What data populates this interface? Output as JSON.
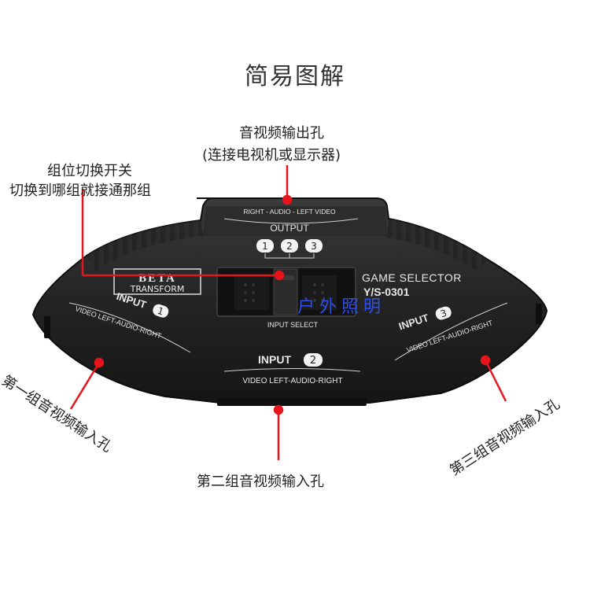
{
  "title": "简易图解",
  "labels": {
    "output_port_line1": "音视频输出孔",
    "output_port_line2": "(连接电视机或显示器)",
    "switch_line1": "组位切换开关",
    "switch_line2": "切换到哪组就接通那组",
    "input1_port": "第一组音视频输入孔",
    "input2_port": "第二组音视频输入孔",
    "input3_port": "第三组音视频输入孔"
  },
  "device": {
    "brand_line1": "BETA",
    "brand_line2": "TRANSFORM",
    "model_name": "GAME SELECTOR",
    "model_number": "Y/S-0301",
    "output_jacks": "RIGHT - AUDIO - LEFT  VIDEO",
    "output_heading": "OUTPUT",
    "output_positions": [
      "1",
      "2",
      "3"
    ],
    "input_select": "INPUT SELECT",
    "input1_heading": "INPUT",
    "input1_number": "1",
    "input1_jacks": "VIDEO  LEFT-AUDIO-RIGHT",
    "input2_heading": "INPUT",
    "input2_number": "2",
    "input2_jacks": "VIDEO  LEFT-AUDIO-RIGHT",
    "input3_heading": "INPUT",
    "input3_number": "3",
    "input3_jacks": "VIDEO  LEFT-AUDIO-RIGHT"
  },
  "watermark": "户外照明",
  "colors": {
    "device_body": "#232323",
    "annotation_red": "#e8141c",
    "label_gray": "#e8e8e8",
    "watermark_blue": "#2f4fe8"
  }
}
